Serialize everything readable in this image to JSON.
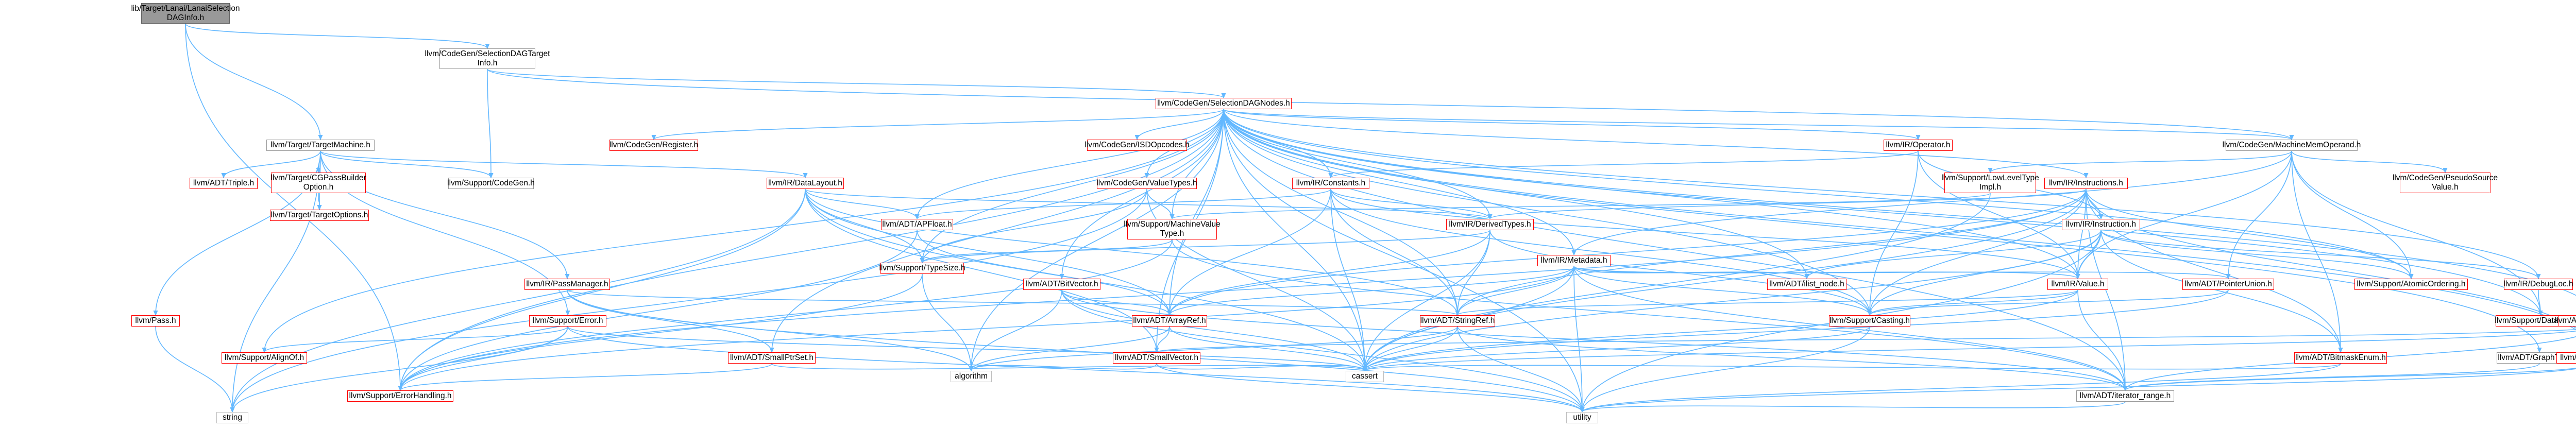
{
  "colors": {
    "edge": "#63b8ff",
    "root_fill": "#999999",
    "box_red": "#ff0000",
    "box_grey": "#bfbfbf"
  },
  "nodes": [
    {
      "id": "root",
      "label": "lib/Target/Lanai/LanaiSelection\nDAGInfo.h",
      "style": "root"
    },
    {
      "id": "seldagtgt",
      "label": "llvm/CodeGen/SelectionDAGTarget\nInfo.h",
      "style": "plain"
    },
    {
      "id": "seldagnodes",
      "label": "llvm/CodeGen/SelectionDAGNodes.h",
      "style": "red"
    },
    {
      "id": "tgtmachine",
      "label": "llvm/Target/TargetMachine.h",
      "style": "plain"
    },
    {
      "id": "triple",
      "label": "llvm/ADT/Triple.h",
      "style": "red"
    },
    {
      "id": "cgpassbuilder",
      "label": "llvm/Target/CGPassBuilder\nOption.h",
      "style": "red"
    },
    {
      "id": "tgtoptions",
      "label": "llvm/Target/TargetOptions.h",
      "style": "red"
    },
    {
      "id": "supportcodegen",
      "label": "llvm/Support/CodeGen.h",
      "style": "plain"
    },
    {
      "id": "cgregister",
      "label": "llvm/CodeGen/Register.h",
      "style": "red"
    },
    {
      "id": "irdatalayout",
      "label": "llvm/IR/DataLayout.h",
      "style": "red"
    },
    {
      "id": "irpassmanager",
      "label": "llvm/IR/PassManager.h",
      "style": "red"
    },
    {
      "id": "pass",
      "label": "llvm/Pass.h",
      "style": "red"
    },
    {
      "id": "supporterror",
      "label": "llvm/Support/Error.h",
      "style": "red"
    },
    {
      "id": "alignof",
      "label": "llvm/Support/AlignOf.h",
      "style": "red"
    },
    {
      "id": "errorhandling",
      "label": "llvm/Support/ErrorHandling.h",
      "style": "red"
    },
    {
      "id": "string",
      "label": "string",
      "style": "grey"
    },
    {
      "id": "smallptrset",
      "label": "llvm/ADT/SmallPtrSet.h",
      "style": "red"
    },
    {
      "id": "isdopcodes",
      "label": "llvm/CodeGen/ISDOpcodes.h",
      "style": "red"
    },
    {
      "id": "valuetypes",
      "label": "llvm/CodeGen/ValueTypes.h",
      "style": "red"
    },
    {
      "id": "machinevaluetype",
      "label": "llvm/Support/MachineValue\nType.h",
      "style": "red"
    },
    {
      "id": "apfloat",
      "label": "llvm/ADT/APFloat.h",
      "style": "red"
    },
    {
      "id": "typesize",
      "label": "llvm/Support/TypeSize.h",
      "style": "red"
    },
    {
      "id": "bitvector",
      "label": "llvm/ADT/BitVector.h",
      "style": "red"
    },
    {
      "id": "arrayref",
      "label": "llvm/ADT/ArrayRef.h",
      "style": "red"
    },
    {
      "id": "smallvector",
      "label": "llvm/ADT/SmallVector.h",
      "style": "red"
    },
    {
      "id": "algorithm",
      "label": "algorithm",
      "style": "grey"
    },
    {
      "id": "cassert",
      "label": "cassert",
      "style": "grey"
    },
    {
      "id": "irconstants",
      "label": "llvm/IR/Constants.h",
      "style": "red"
    },
    {
      "id": "derivedtypes",
      "label": "llvm/IR/DerivedTypes.h",
      "style": "red"
    },
    {
      "id": "irmetadata",
      "label": "llvm/IR/Metadata.h",
      "style": "red"
    },
    {
      "id": "stringref",
      "label": "llvm/ADT/StringRef.h",
      "style": "red"
    },
    {
      "id": "ilistnode",
      "label": "llvm/ADT/ilist_node.h",
      "style": "red"
    },
    {
      "id": "iroperator",
      "label": "llvm/IR/Operator.h",
      "style": "red"
    },
    {
      "id": "lowleveltype",
      "label": "llvm/Support/LowLevelType\nImpl.h",
      "style": "red"
    },
    {
      "id": "irinstructions",
      "label": "llvm/IR/Instructions.h",
      "style": "red"
    },
    {
      "id": "irinstruction",
      "label": "llvm/IR/Instruction.h",
      "style": "red"
    },
    {
      "id": "irvalue",
      "label": "llvm/IR/Value.h",
      "style": "red"
    },
    {
      "id": "casting",
      "label": "llvm/Support/Casting.h",
      "style": "red"
    },
    {
      "id": "pointerunion",
      "label": "llvm/ADT/PointerUnion.h",
      "style": "red"
    },
    {
      "id": "iteratorrange",
      "label": "llvm/ADT/iterator_range.h",
      "style": "plain"
    },
    {
      "id": "utility",
      "label": "utility",
      "style": "grey"
    },
    {
      "id": "machinememop",
      "label": "llvm/CodeGen/MachineMemOperand.h",
      "style": "plain"
    },
    {
      "id": "pseudosource",
      "label": "llvm/CodeGen/PseudoSource\nValue.h",
      "style": "red"
    },
    {
      "id": "atomicordering",
      "label": "llvm/Support/AtomicOrdering.h",
      "style": "red"
    },
    {
      "id": "irdebugloc",
      "label": "llvm/IR/DebugLoc.h",
      "style": "red"
    },
    {
      "id": "datatypes",
      "label": "llvm/Support/DataTypes.h",
      "style": "red"
    },
    {
      "id": "bitmaskenum",
      "label": "llvm/ADT/BitmaskEnum.h",
      "style": "red"
    },
    {
      "id": "graphtraits",
      "label": "llvm/ADT/GraphTraits.h",
      "style": "plain"
    },
    {
      "id": "foldingset",
      "label": "llvm/ADT/FoldingSet.h",
      "style": "red"
    },
    {
      "id": "adtiterator",
      "label": "llvm/ADT/iterator.h",
      "style": "red"
    }
  ]
}
